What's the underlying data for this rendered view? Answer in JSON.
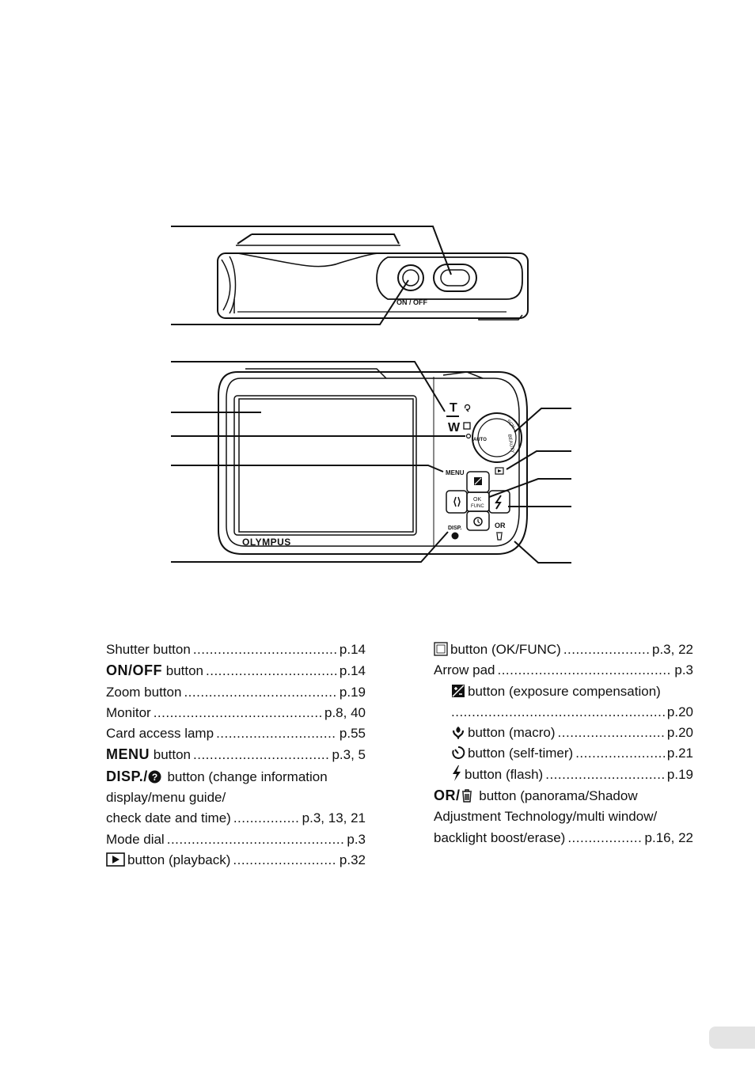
{
  "diagram": {
    "onoff_label": "ON / OFF",
    "t_label": "T",
    "w_label": "W",
    "menu_label": "MENU",
    "ok_label_1": "OK",
    "ok_label_2": "FUNC",
    "disp_label": "DISP.",
    "or_label": "OR",
    "brand_logo_text": "OLYMPUS",
    "dial_labels": [
      "AUTO",
      "BEAUTY",
      "SCN"
    ]
  },
  "left_column": {
    "shutter": {
      "label": "Shutter button",
      "page": "p.14"
    },
    "onoff": {
      "symbol": "ON/OFF",
      "label": "button",
      "page": "p.14"
    },
    "zoom": {
      "label": "Zoom button",
      "page": "p.19"
    },
    "monitor": {
      "label": "Monitor",
      "page": "p.8, 40"
    },
    "card_lamp": {
      "label": "Card access lamp",
      "page": "p.55"
    },
    "menu": {
      "symbol": "MENU",
      "label": "button",
      "page": "p.3, 5"
    },
    "disp": {
      "symbol": "DISP./",
      "line1": "button (change information",
      "line2": "display/menu guide/",
      "line3": "check date and time)",
      "page": "p.3, 13, 21"
    },
    "mode_dial": {
      "label": "Mode dial",
      "page": "p.3"
    },
    "playback": {
      "label": "button (playback)",
      "page": "p.32"
    }
  },
  "right_column": {
    "okfunc": {
      "label": "button (OK/FUNC)",
      "page": "p.3, 22"
    },
    "arrow_pad": {
      "label": "Arrow pad",
      "page": "p.3"
    },
    "exposure": {
      "label": "button (exposure compensation)",
      "page": "p.20"
    },
    "macro": {
      "label": "button (macro)",
      "page": "p.20"
    },
    "selftimer": {
      "label": "button (self-timer)",
      "page": "p.21"
    },
    "flash": {
      "label": "button (flash)",
      "page": "p.19"
    },
    "or": {
      "symbol": "OR/",
      "line1": "button (panorama/Shadow",
      "line2": "Adjustment Technology/multi window/",
      "line3": "backlight boost/erase)",
      "page": "p.16, 22"
    }
  }
}
